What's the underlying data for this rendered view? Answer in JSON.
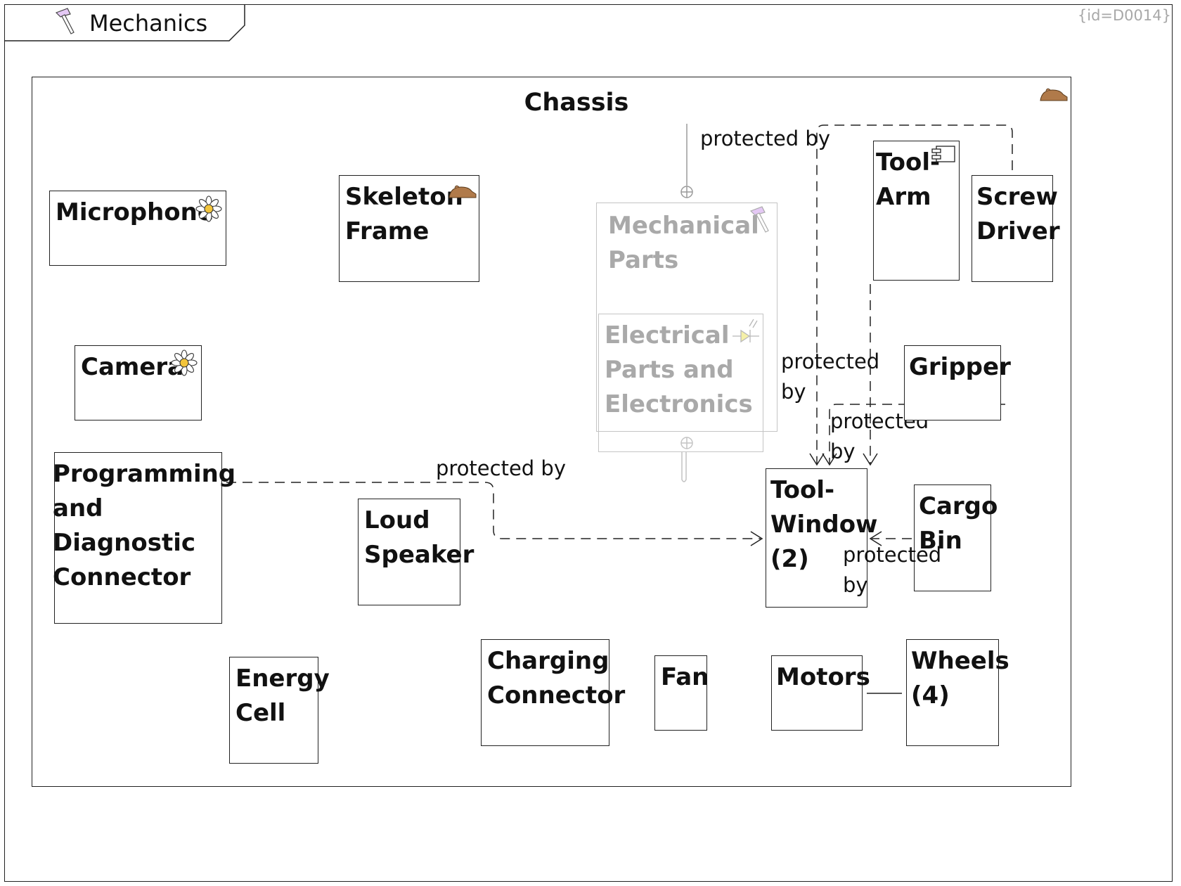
{
  "frame": {
    "title": "Mechanics",
    "diagram_id": "{id=D0014}"
  },
  "chassis": {
    "title": "Chassis"
  },
  "blocks": {
    "microphone": "Microphone",
    "skeleton_frame": "Skeleton\nFrame",
    "mechanical_parts": "Mechanical\nParts",
    "electrical_parts": "Electrical\nParts and\nElectronics",
    "tool_arm": "Tool-\nArm",
    "screw_driver": "Screw\nDriver",
    "camera": "Camera",
    "gripper": "Gripper",
    "programming_connector": "Programming\nand Diagnostic\nConnector",
    "loud_speaker": "Loud\nSpeaker",
    "tool_window": "Tool-\nWindow\n(2)",
    "cargo_bin": "Cargo\nBin",
    "energy_cell": "Energy\nCell",
    "charging_connector": "Charging\nConnector",
    "fan": "Fan",
    "motors": "Motors",
    "wheels": "Wheels\n(4)"
  },
  "edge_labels": {
    "top": "protected by",
    "mid": "protected\nby",
    "gripper": "protected\nby",
    "connector": "protected by",
    "cargo": "protected\nby"
  },
  "colors": {
    "hammer_icon": "#e4c8f4",
    "mouse_icon": "#b07a4a",
    "flower_petals": "#ffffff",
    "flower_center": "#f2c43a",
    "led_icon": "#f5f0a8",
    "ghost": "#c4c4c4"
  },
  "icons": [
    "hammer-icon",
    "mouse-icon",
    "flower-icon",
    "led-icon",
    "component-icon"
  ]
}
